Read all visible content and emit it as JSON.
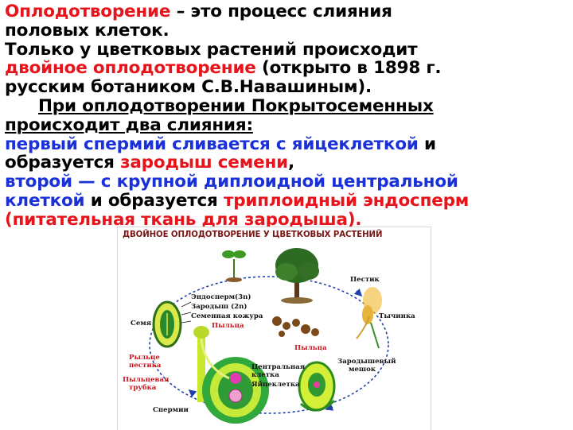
{
  "text": {
    "l1_red": "Оплодотворение",
    "l1_rest": " – это процесс  слияния",
    "l2": "половых клеток.",
    "l3": "Только у цветковых растений  происходит",
    "l4_red": "двойное  оплодотворение",
    "l4_rest": " (открыто в 1898 г.",
    "l5": "русским ботаником С.В.Навашиным).",
    "l6": "При  оплодотворении  Покрытосеменных",
    "l7": "происходит два слияния:",
    "l8_blue": "первый спермий сливается с яйцеклеткой",
    "l8_rest": " и",
    "l9_a": "образуется ",
    "l9_red": "зародыш семени",
    "l9_b": ",",
    "l10_blue": "второй — с крупной диплоидной  центральной",
    "l11_blue": "клеткой",
    "l11_mid": " и образуется ",
    "l11_red": "триплоидный эндосперм",
    "l12_red": "(питательная ткань для зародыша)."
  },
  "figure": {
    "title": "ДВОЙНОЕ ОПЛОДОТВОРЕНИЕ У ЦВЕТКОВЫХ РАСТЕНИЙ",
    "labels": {
      "endosperm": "Эндосперм(3n)",
      "embryo": "Зародыш (2n)",
      "seed_coat": "Семенная кожура",
      "pollen_left": "Пыльца",
      "seed": "Семя",
      "pistil": "Пестик",
      "stamen": "Тычинка",
      "pollen_mid": "Пыльца",
      "stigma": "Рыльце пестика",
      "stigma_1": "Рыльце",
      "stigma_2": "пестика",
      "tube_1": "Пыльцевая",
      "tube_2": "трубка",
      "central_1": "Центральная",
      "central_2": "клетка",
      "egg": "Яйцеклетка",
      "sac_1": "Зародышевый",
      "sac_2": "мешок",
      "sperm": "Спермии"
    }
  },
  "colors": {
    "red": "#e8141c",
    "blue": "#1a30d8",
    "figure_title": "#7a1515",
    "green": "#2e8b1e",
    "lime": "#b7d92a"
  }
}
